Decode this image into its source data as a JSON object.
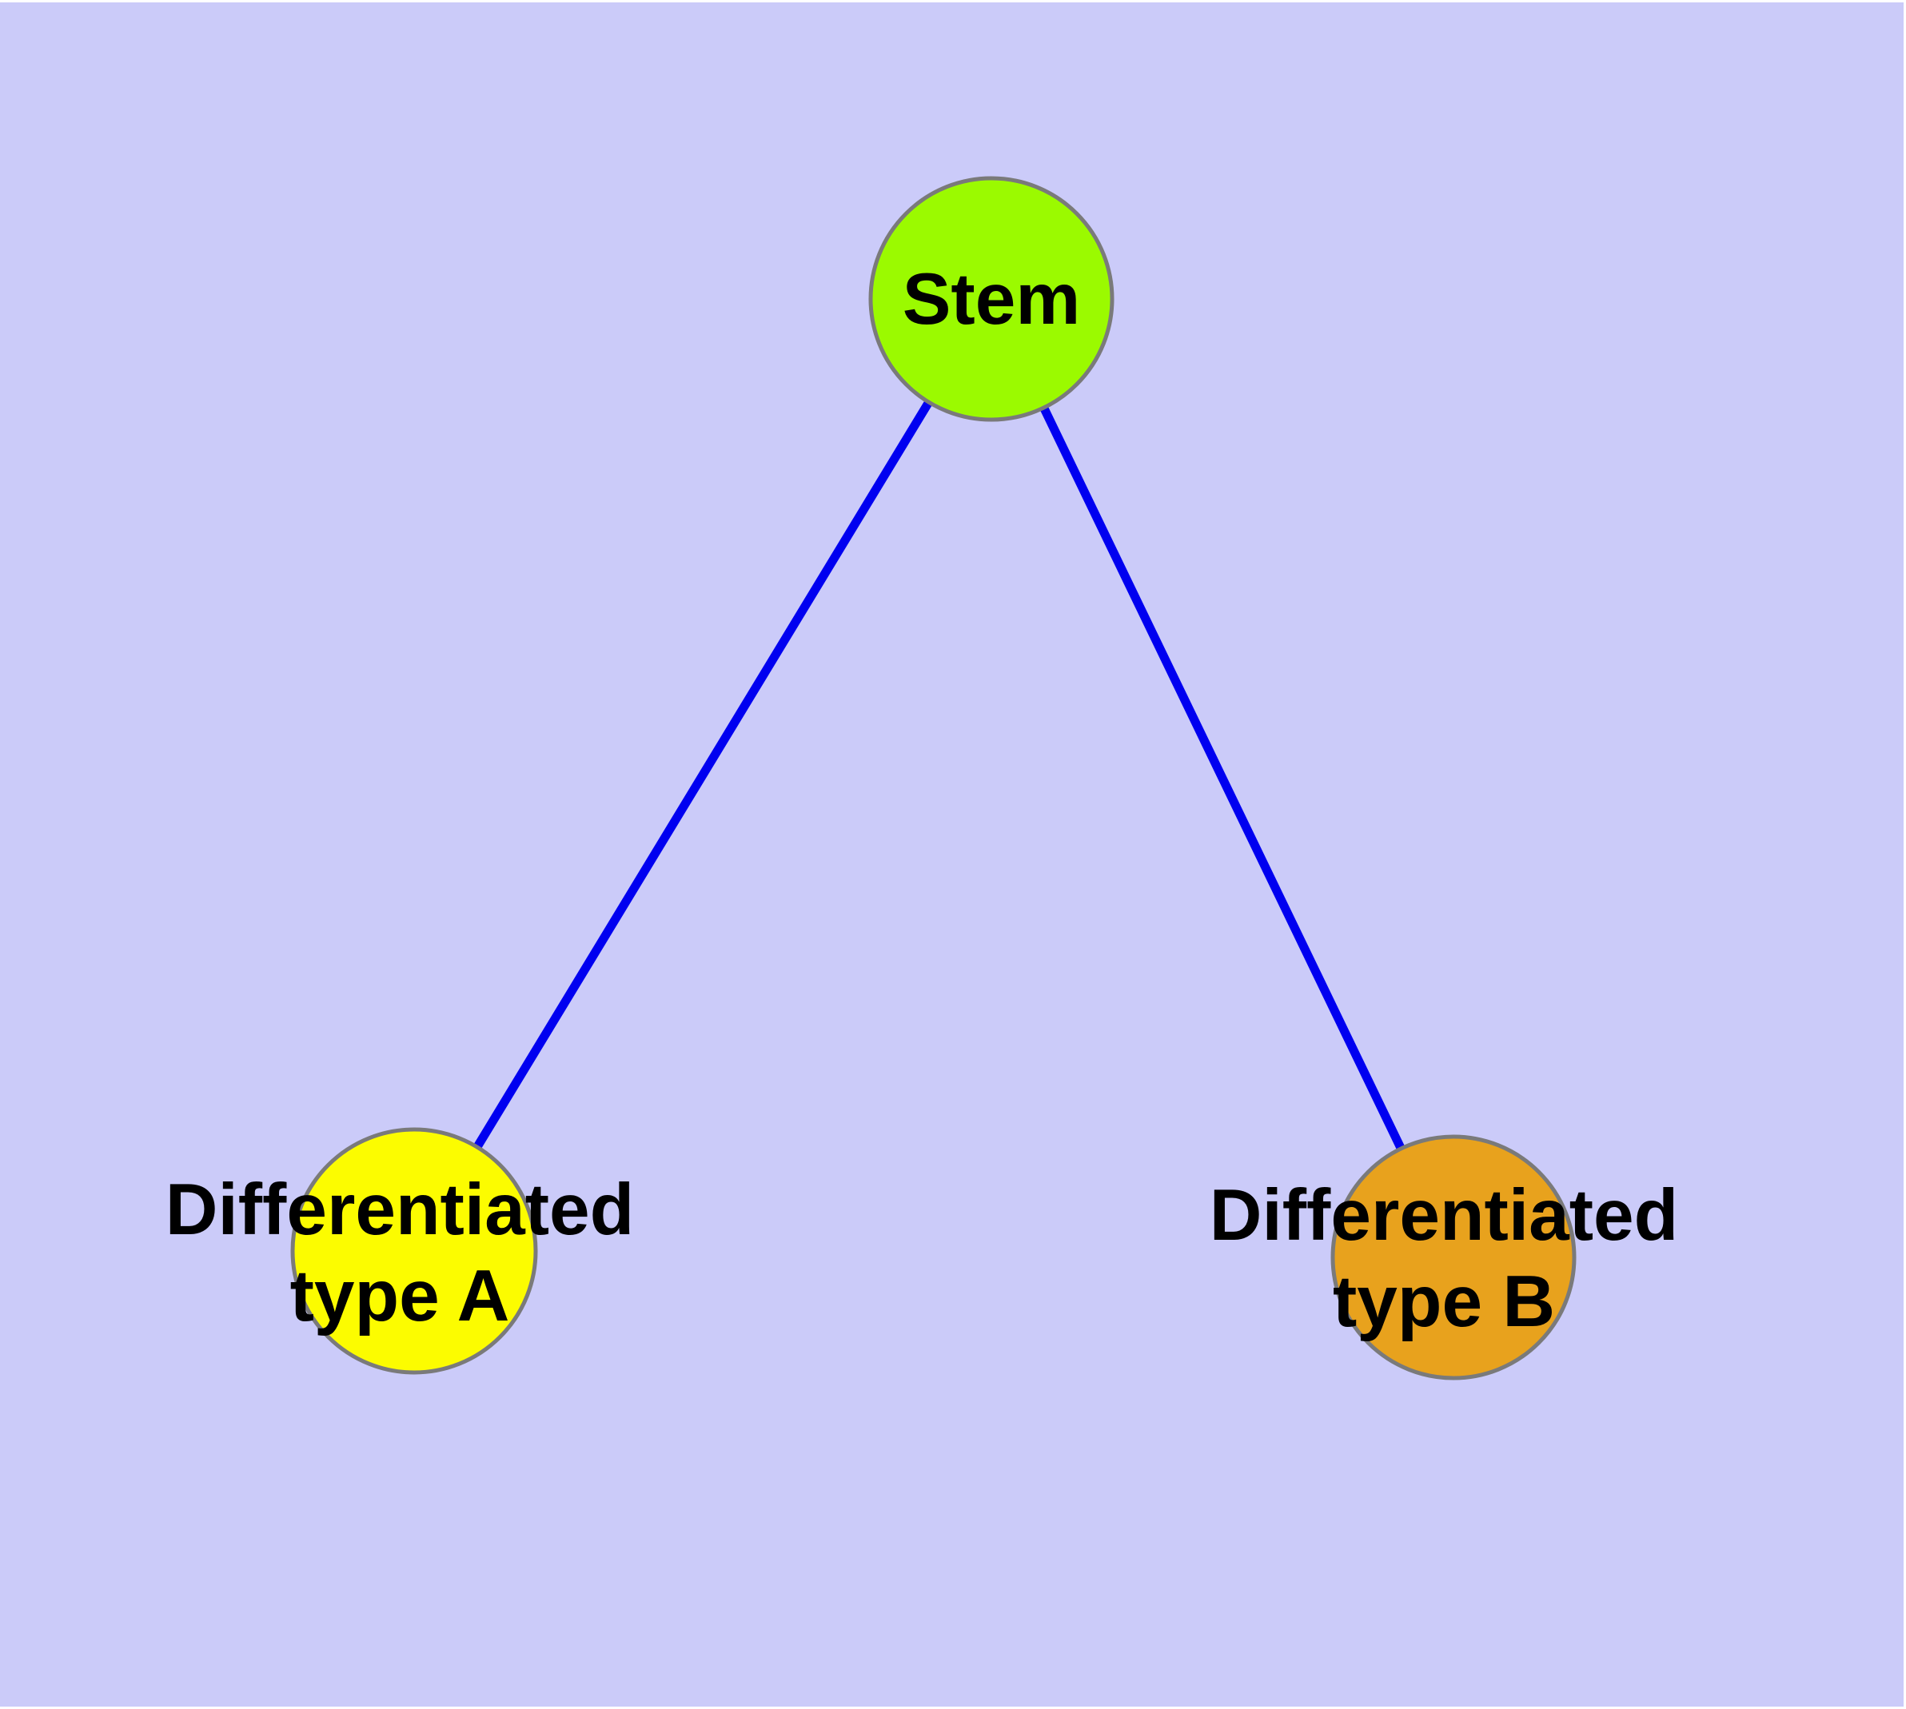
{
  "diagram": {
    "title": "stem cell differentiation hierarchy",
    "background_color": "#CBCBF9",
    "frame_color": "#FFFFFF",
    "edge_color": "#0000F0",
    "node_border_color": "#7A7A7A",
    "text_color": "#000000",
    "nodes": [
      {
        "id": "stem",
        "fill": "#9BFA00",
        "lines": [
          "Stem"
        ]
      },
      {
        "id": "differentiated-type-a",
        "fill": "#FCFC00",
        "lines": [
          "Differentiated",
          "type A"
        ]
      },
      {
        "id": "differentiated-type-b",
        "fill": "#E8A21D",
        "lines": [
          "Differentiated",
          "type B"
        ]
      }
    ],
    "edges": [
      {
        "id": "stem-to-type-a",
        "from": "stem",
        "to": "differentiated-type-a"
      },
      {
        "id": "stem-to-type-b",
        "from": "stem",
        "to": "differentiated-type-b"
      }
    ]
  }
}
